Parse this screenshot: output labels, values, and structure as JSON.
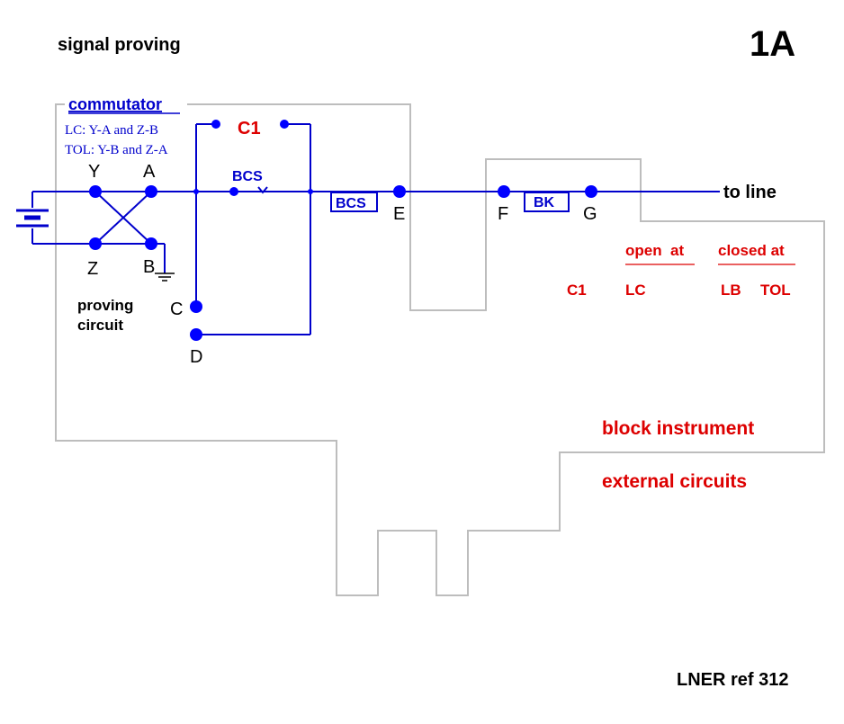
{
  "title": "signal proving",
  "diagram_id": "1A",
  "reference": "LNER ref 312",
  "commutator": {
    "heading": "commutator",
    "line1": "LC: Y-A and Z-B",
    "line2": "TOL: Y-B and Z-A"
  },
  "terminals": {
    "Y": "Y",
    "A": "A",
    "Z": "Z",
    "B": "B",
    "C": "C",
    "D": "D",
    "E": "E",
    "F": "F",
    "G": "G"
  },
  "contacts": {
    "c1": "C1",
    "bcs_contact": "BCS",
    "bcs_box": "BCS",
    "bk_box": "BK"
  },
  "proving": {
    "line1": "proving",
    "line2": "circuit"
  },
  "to_line": "to line",
  "table": {
    "col_open": "open  at",
    "col_closed": "closed at",
    "row_label": "C1",
    "open_value": "LC",
    "closed_value1": "LB",
    "closed_value2": "TOL"
  },
  "regions": {
    "block_instrument": "block instrument",
    "external_circuits": "external circuits"
  },
  "colors": {
    "wire": "#0000cc",
    "node": "#0000ff",
    "label_red": "#dd0000",
    "outline": "#bdbdbd"
  }
}
